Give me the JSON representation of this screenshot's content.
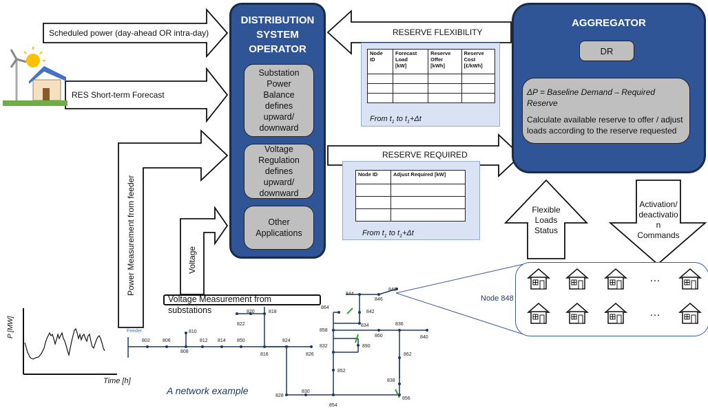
{
  "dso": {
    "title": "DISTRIBUTION\nSYSTEM\nOPERATOR",
    "box1": "Substation\nPower\nBalance\ndefines\nupward/\ndownward",
    "box2": "Voltage\nRegulation\ndefines\nupward/\ndownward",
    "box3": "Other\nApplications"
  },
  "aggregator": {
    "title": "AGGREGATOR",
    "dr": "DR",
    "equation": "ΔP = Baseline Demand – Required Reserve",
    "description": "Calculate available reserve to offer / adjust loads according to the reserve requested"
  },
  "inputs": {
    "scheduled": "Scheduled power (day-ahead OR intra-day)",
    "res_forecast": "RES Short-term Forecast",
    "power_measurement": "Power Measurement from feeder",
    "voltage": "Voltage",
    "voltage_measurement_line1": "Voltage Measurement from",
    "voltage_measurement_line2": "substations"
  },
  "reserve_flexibility": {
    "label": "RESERVE FLEXIBILITY",
    "headers": [
      "Node\nID",
      "Forecast\nLoad\n[kW]",
      "Reserve\nOffer\n[kWh]",
      "Reserve\nCost\n[£/kWh]"
    ],
    "footer_prefix": "From t",
    "footer_sub1": "1",
    "footer_mid": " to t",
    "footer_sub2": "1",
    "footer_suffix": "+Δt"
  },
  "reserve_required": {
    "label": "RESERVE REQUIRED",
    "headers": [
      "Node ID",
      "Adjust Required [kW]"
    ],
    "footer_prefix": "From t",
    "footer_sub1": "1",
    "footer_mid": " to t",
    "footer_sub2": "1",
    "footer_suffix": "+Δt"
  },
  "arrows": {
    "flexible": "Flexible\nLoads\nStatus",
    "activation": "Activation/\ndeactivatio\nn\nCommands"
  },
  "node848": "Node 848",
  "ellipsis": "…",
  "chart": {
    "ylabel": "P [MW]",
    "xlabel": "Time [h]"
  },
  "network": {
    "caption": "A network example",
    "feeder": "Feeder",
    "nodes": [
      "802",
      "806",
      "808",
      "810",
      "812",
      "814",
      "850",
      "816",
      "818",
      "820",
      "822",
      "824",
      "826",
      "828",
      "830",
      "854",
      "852",
      "832",
      "858",
      "834",
      "842",
      "844",
      "846",
      "848",
      "860",
      "836",
      "840",
      "862",
      "838",
      "856",
      "864",
      "890"
    ]
  },
  "colors": {
    "box_blue": "#2f5597",
    "box_gray": "#bfbfbf",
    "doc_fill": "#dae3f3",
    "network_line": "#1f3864",
    "switch_green": "#3a9a3a",
    "node_label": "#1f3864"
  }
}
